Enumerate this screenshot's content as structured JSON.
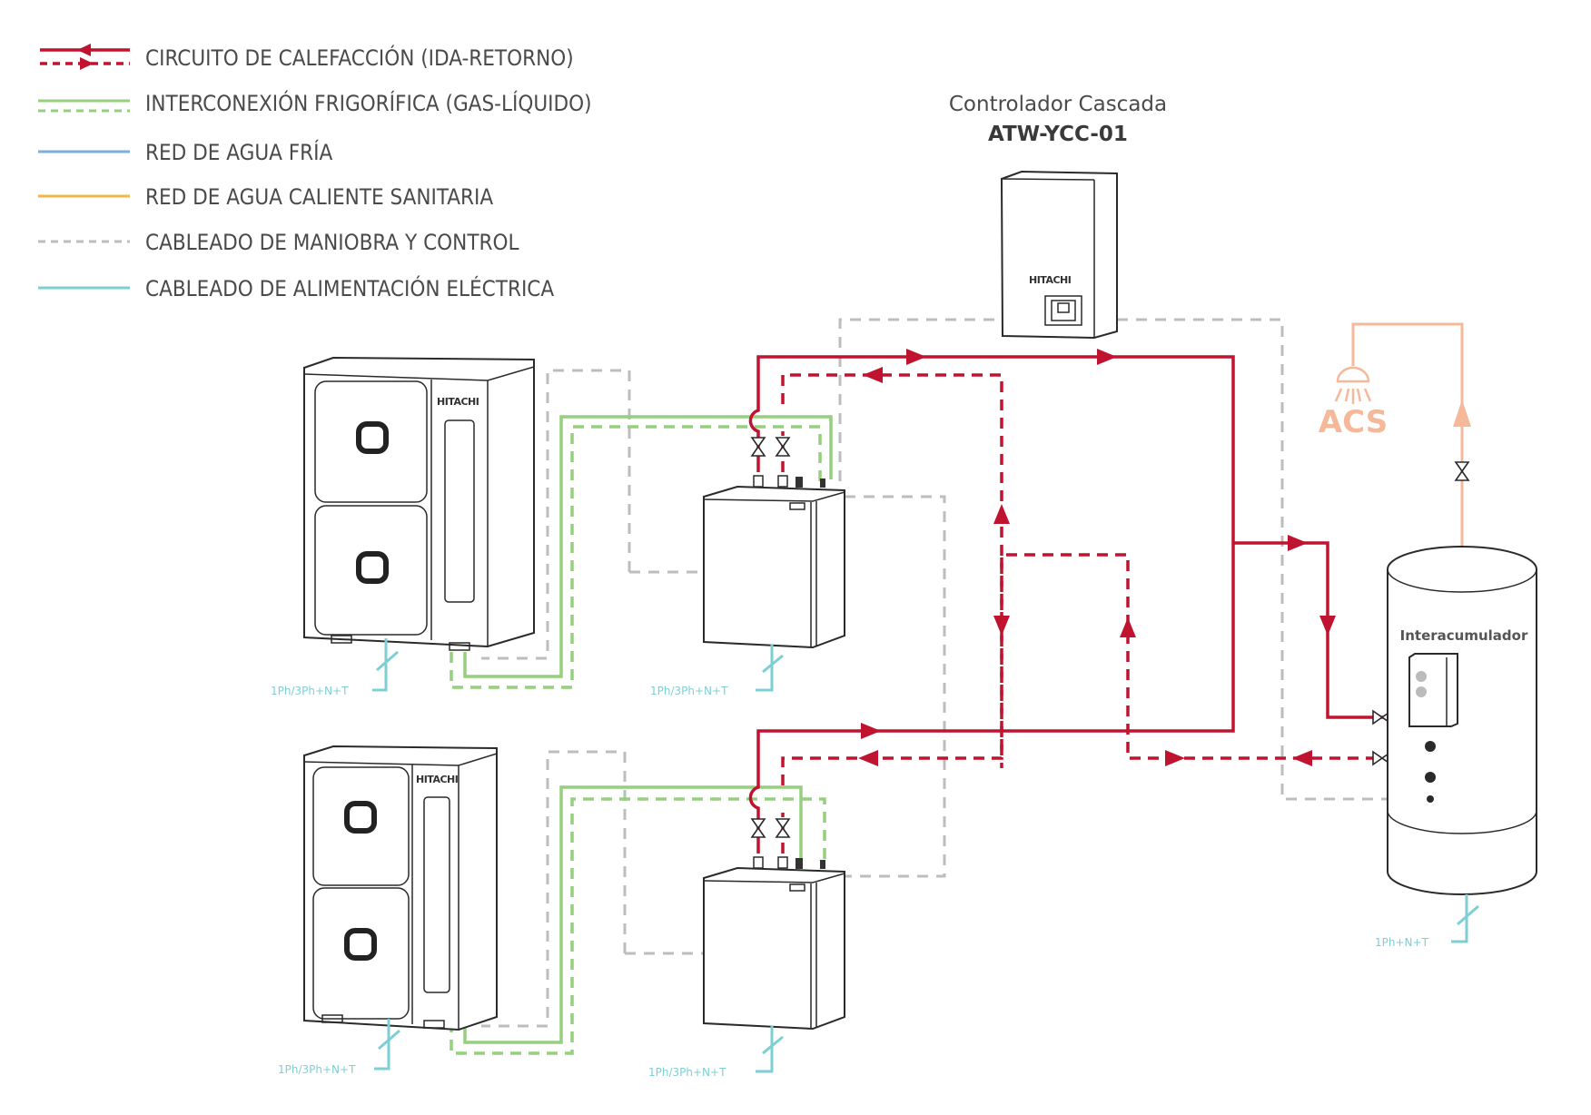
{
  "legend": {
    "items": [
      {
        "key": "heating",
        "label": "CIRCUITO DE CALEFACCIÓN (IDA-RETORNO)",
        "color": "#c0132f",
        "style": "solid+dashed with arrows"
      },
      {
        "key": "refrigerant",
        "label": "INTERCONEXIÓN FRIGORÍFICA (GAS-LÍQUIDO)",
        "color": "#96cf7e",
        "style": "solid+dashed"
      },
      {
        "key": "cold_water",
        "label": "RED DE AGUA FRÍA",
        "color": "#7aaedd",
        "style": "solid"
      },
      {
        "key": "hot_water",
        "label": "RED DE AGUA CALIENTE SANITARIA",
        "color": "#f2b74a",
        "style": "solid"
      },
      {
        "key": "control",
        "label": "CABLEADO DE MANIOBRA Y CONTROL",
        "color": "#bdbdbd",
        "style": "dashed"
      },
      {
        "key": "power",
        "label": "CABLEADO DE ALIMENTACIÓN ELÉCTRICA",
        "color": "#7ecfd4",
        "style": "solid"
      }
    ]
  },
  "controller": {
    "title": "Controlador Cascada",
    "model": "ATW-YCC-01",
    "brand": "HITACHI"
  },
  "outdoor_units": [
    {
      "brand": "HITACHI",
      "power_label": "1Ph/3Ph+N+T"
    },
    {
      "brand": "HITACHI",
      "power_label": "1Ph/3Ph+N+T"
    }
  ],
  "hydro_units": [
    {
      "power_label": "1Ph/3Ph+N+T"
    },
    {
      "power_label": "1Ph/3Ph+N+T"
    }
  ],
  "tank": {
    "label": "Interacumulador",
    "power_label": "1Ph+N+T"
  },
  "acs": {
    "label": "ACS"
  }
}
